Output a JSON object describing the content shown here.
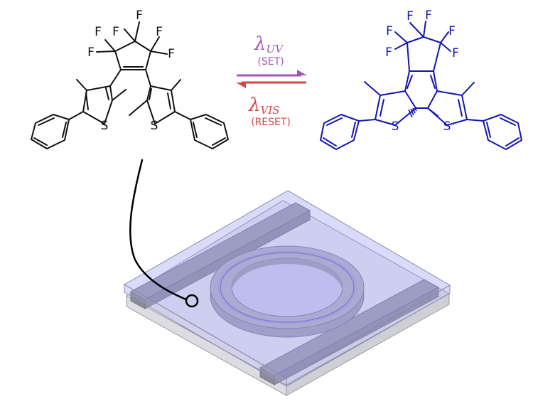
{
  "colors": {
    "open_isomer": "#111111",
    "closed_isomer": "#1515b0",
    "uv": "#a257b8",
    "vis": "#d64545",
    "device_face": "#c9c9ee",
    "waveguide": "#9c9ca8",
    "substrate": "#e4e4e8"
  },
  "atoms": {
    "fluorine": "F",
    "sulfur": "S"
  },
  "arrows": {
    "uv": {
      "lambda": "λ",
      "subscript": "UV",
      "label": "(SET)"
    },
    "vis": {
      "lambda": "λ",
      "subscript": "VIS",
      "label": "(RESET)"
    }
  }
}
